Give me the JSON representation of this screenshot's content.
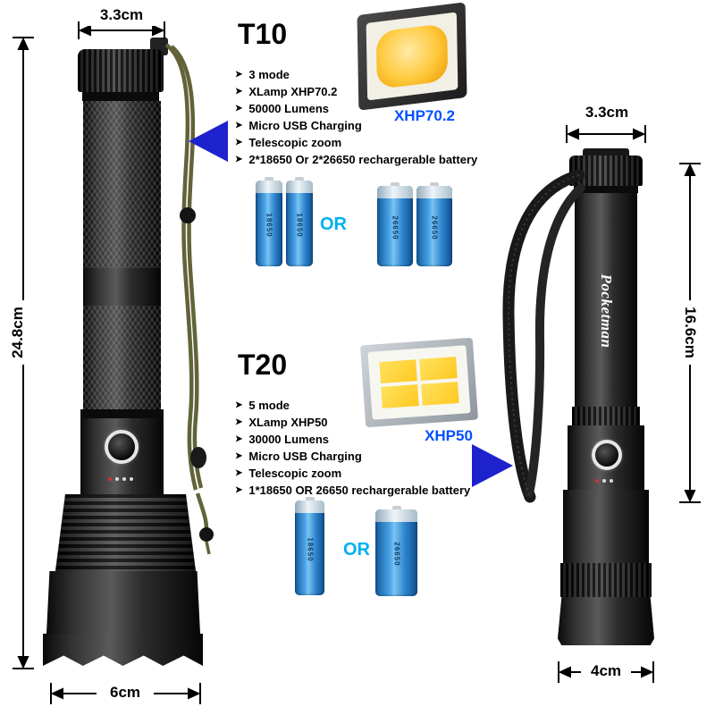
{
  "ui": {
    "bullet": "➤"
  },
  "dimensions": {
    "left": {
      "top": "3.3cm",
      "side": "24.8cm",
      "bottom": "6cm"
    },
    "right": {
      "top": "3.3cm",
      "side": "16.6cm",
      "bottom": "4cm"
    }
  },
  "flashlights": {
    "right_brand": "Pocketman"
  },
  "t10": {
    "title": "T10",
    "features": [
      "3 mode",
      "XLamp XHP70.2",
      "50000 Lumens",
      "Micro USB Charging",
      "Telescopic zoom",
      "2*18650 Or 2*26650 rechargerable battery"
    ],
    "chip_label": "XHP70.2",
    "or_label": "OR",
    "battery_small_label": "18650",
    "battery_large_label": "26650"
  },
  "t20": {
    "title": "T20",
    "features": [
      "5 mode",
      "XLamp XHP50",
      "30000 Lumens",
      "Micro USB Charging",
      "Telescopic zoom",
      "1*18650 OR 26650 rechargerable battery"
    ],
    "chip_label": "XHP50",
    "or_label": "OR",
    "battery_small_label": "18650",
    "battery_large_label": "26650"
  },
  "colors": {
    "arrow_blue": "#1e22cc",
    "chip_label_blue": "#0051ff",
    "or_cyan": "#00b0f0",
    "battery_blue": "#2e86cf",
    "lanyard_olive": "#63633a"
  }
}
